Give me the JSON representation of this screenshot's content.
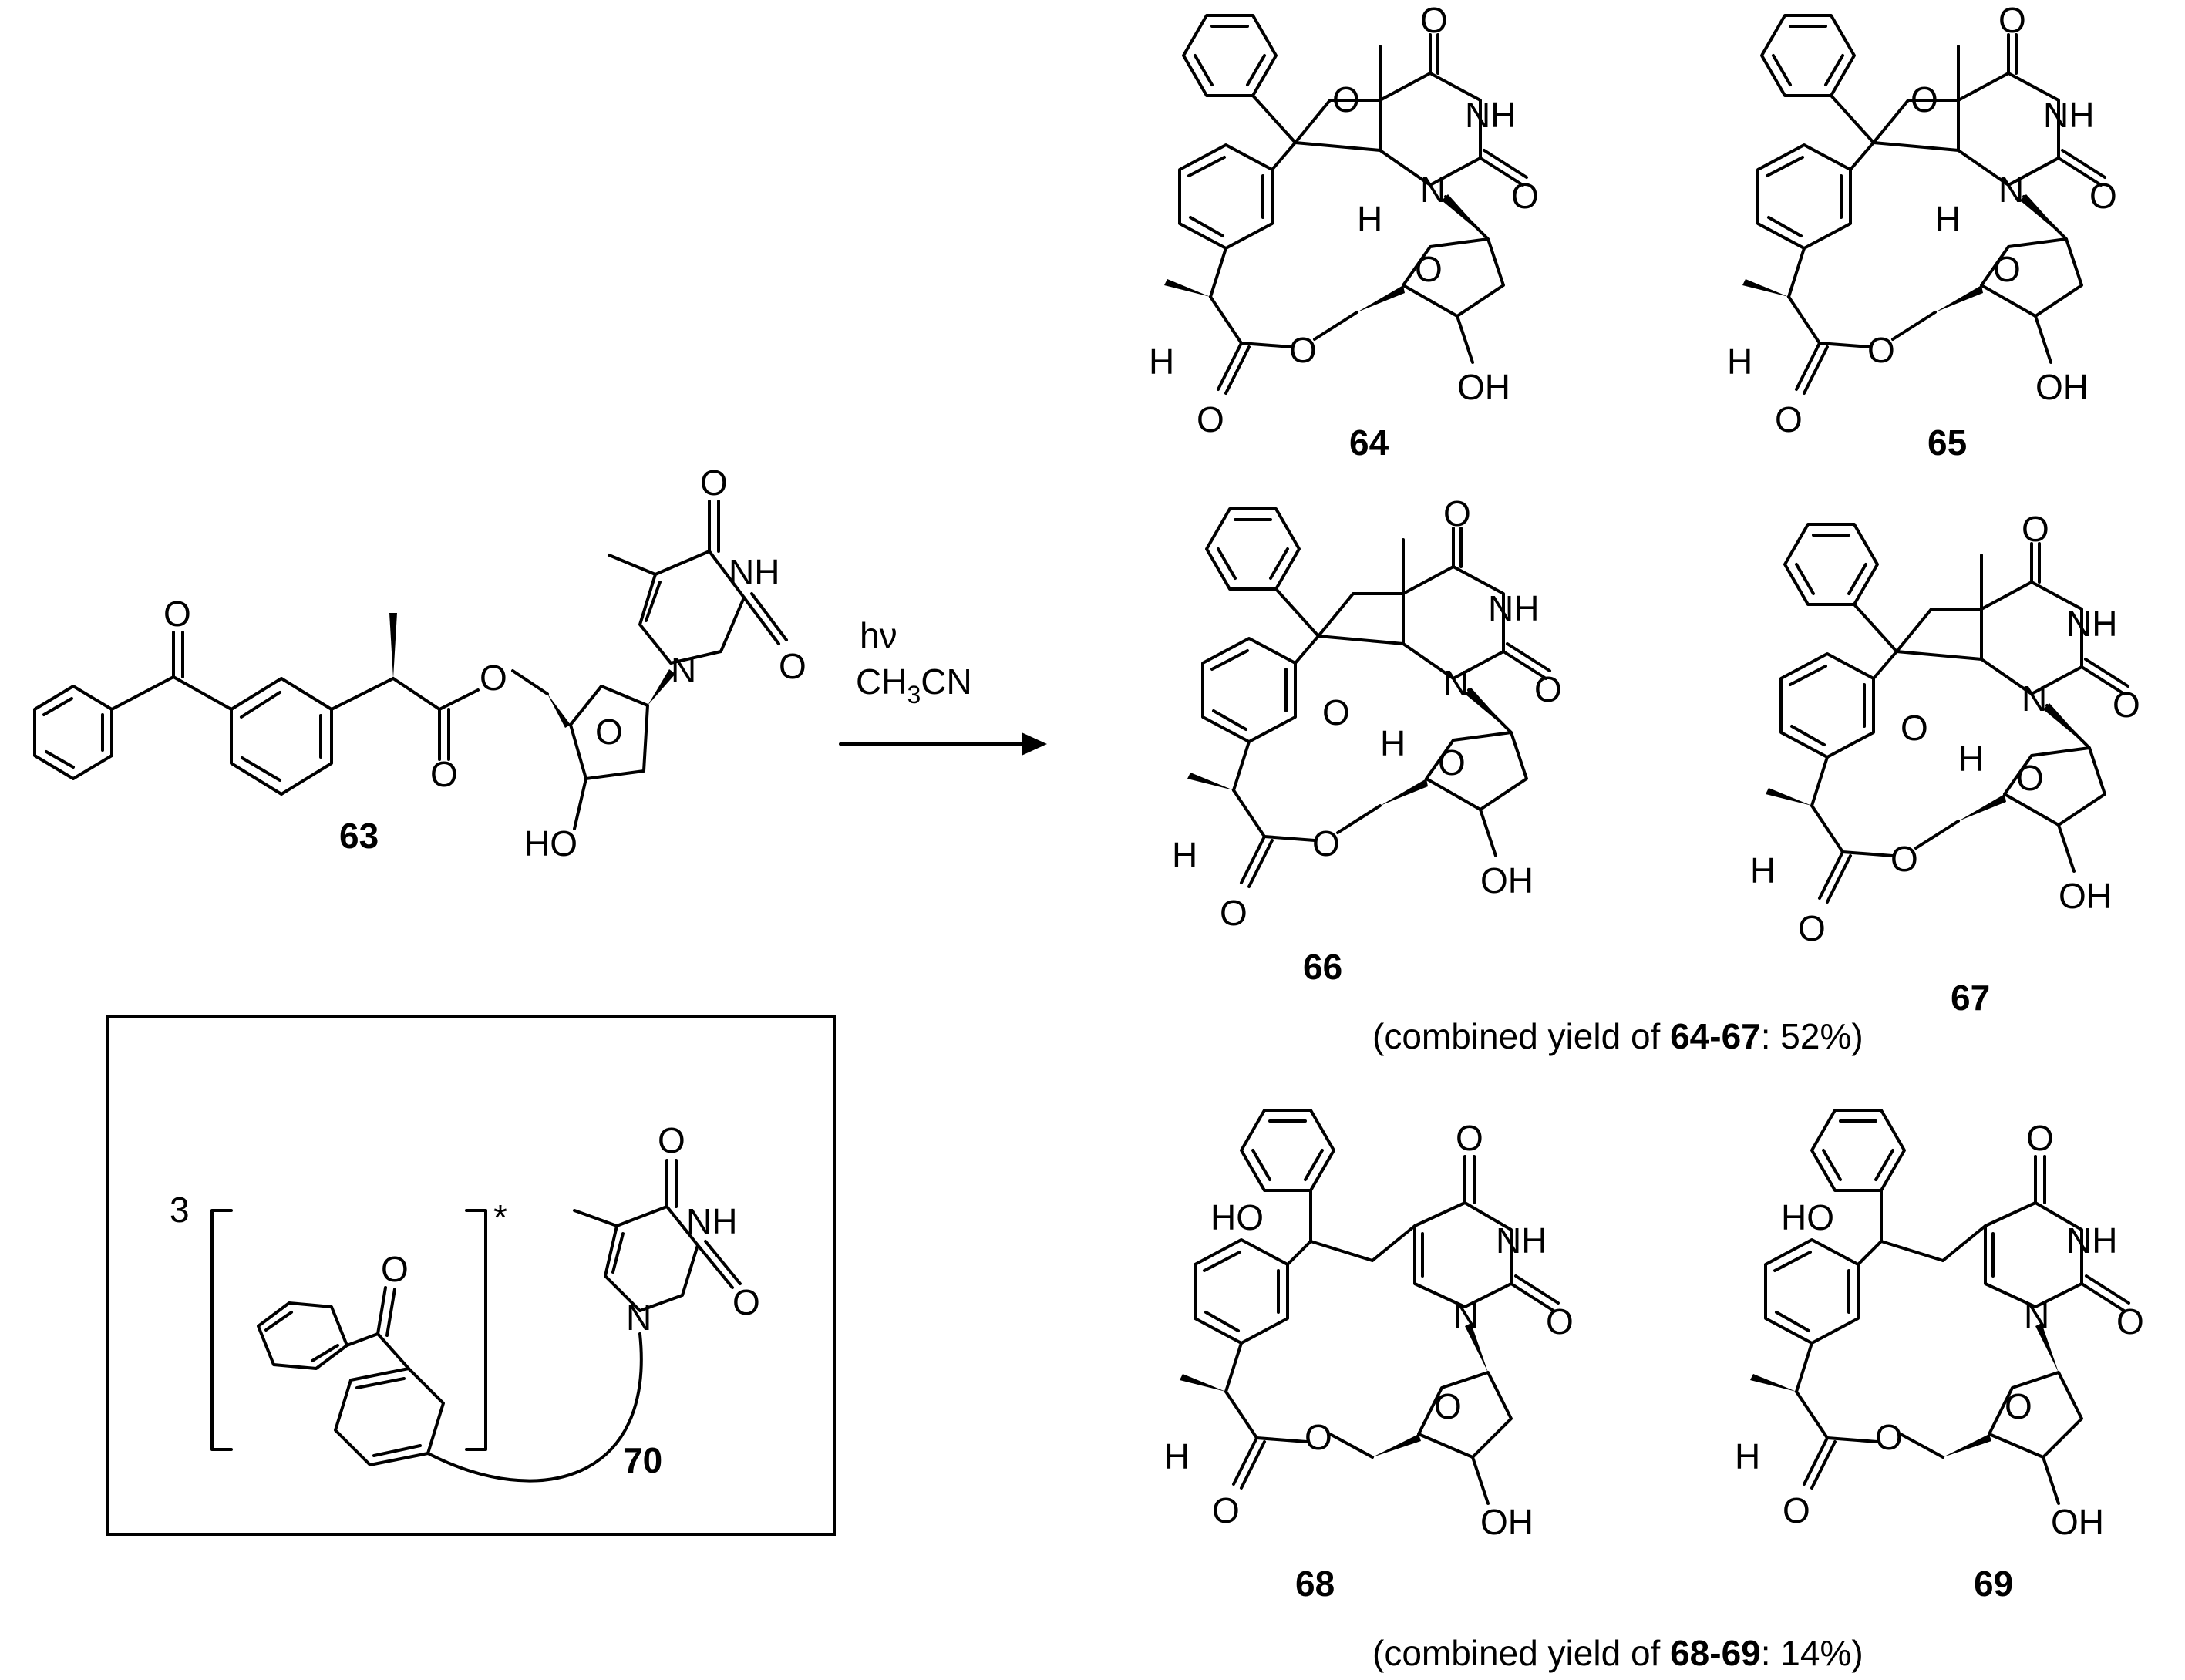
{
  "scheme": {
    "reactant": {
      "label": "63",
      "atoms": {
        "o_ketone": "O",
        "o_ester_dbl": "O",
        "o_ester": "O",
        "o_ring": "O",
        "oh": "HO",
        "n1": "N",
        "nh": "NH",
        "o_c4": "O",
        "o_c2": "O"
      }
    },
    "conditions": {
      "light": "hν",
      "solvent_main": "CH",
      "solvent_sub": "3",
      "solvent_end": "CN"
    },
    "products": [
      {
        "label": "64"
      },
      {
        "label": "65"
      },
      {
        "label": "66"
      },
      {
        "label": "67"
      },
      {
        "label": "68"
      },
      {
        "label": "69"
      }
    ],
    "yield_1": {
      "prefix": "(combined yield of ",
      "range": "64-67",
      "suffix": ": 52%)"
    },
    "yield_2": {
      "prefix": "(combined yield of ",
      "range": "68-69",
      "suffix": ": 14%)"
    },
    "inset": {
      "label": "70",
      "multiplicity": "3",
      "star": "*",
      "atoms": {
        "o_ketone": "O",
        "n1": "N",
        "nh": "NH",
        "o_c4": "O",
        "o_c2": "O"
      }
    },
    "common_atoms": {
      "O": "O",
      "N": "N",
      "NH": "NH",
      "H": "H",
      "OH": "OH",
      "HO": "HO"
    }
  }
}
